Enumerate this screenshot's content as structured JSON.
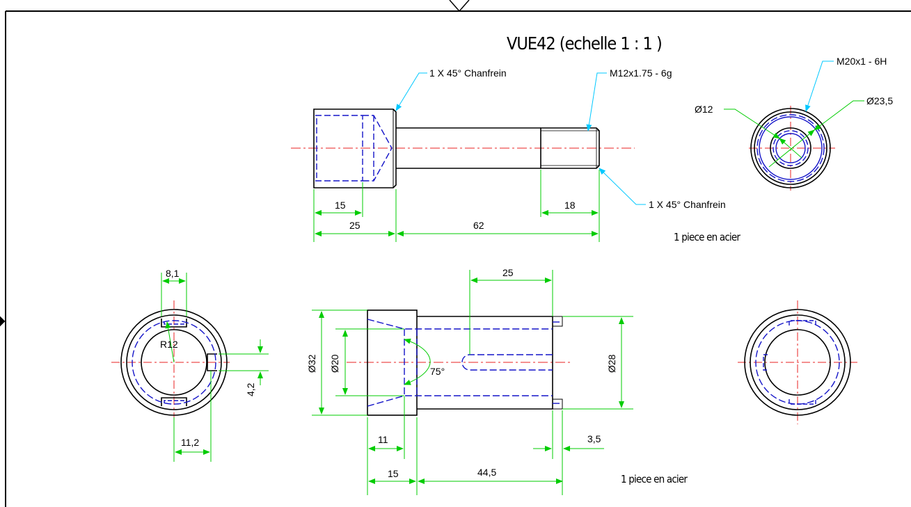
{
  "title": "VUE42 (echelle 1 : 1 )",
  "colors": {
    "outline": "#000000",
    "hidden": "#1414c8",
    "center": "#e82020",
    "dimension": "#00cc00",
    "leader": "#00c8ff"
  },
  "bolt": {
    "chamfer_top": "1 X 45° Chanfrein",
    "thread": "M12x1.75 - 6g",
    "chamfer_bottom": "1 X 45° Chanfrein",
    "dims": {
      "head_bore": "15",
      "head": "25",
      "shank": "62",
      "thread_len": "18"
    },
    "material": "1 piece en acier"
  },
  "bolt_end": {
    "tap": "M20x1 - 6H",
    "d1": "Ø12",
    "d2": "Ø23,5"
  },
  "sleeve_left": {
    "slot": "8,1",
    "radius": "R12",
    "notch": "4,2",
    "offset": "11,2"
  },
  "sleeve": {
    "slot_len": "25",
    "d_outer": "Ø32",
    "d_inner": "Ø20",
    "angle": "75°",
    "d_body": "Ø28",
    "cbore": "11",
    "end_gap": "3,5",
    "head": "15",
    "body": "44,5",
    "material": "1 piece en acier"
  }
}
